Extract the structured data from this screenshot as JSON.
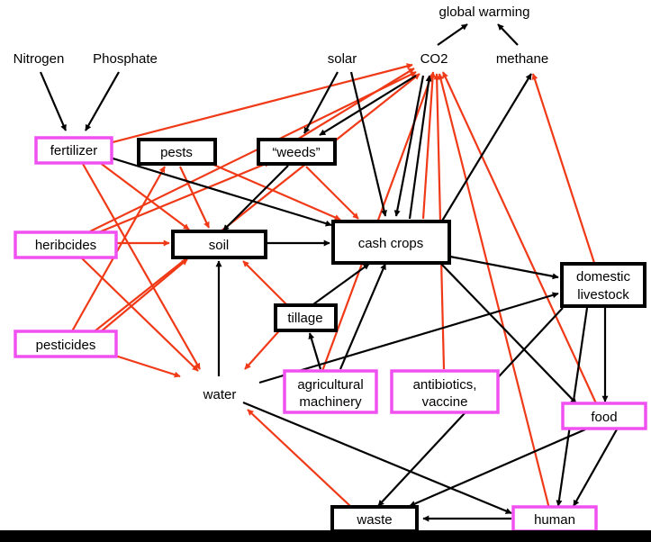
{
  "colors": {
    "black_arrow": "#000000",
    "red_arrow": "#f03a17",
    "magenta_border": "#f050f0",
    "black_border": "#000000",
    "background": "#ffffff",
    "bottom_bar": "#000000"
  },
  "nodes": {
    "global_warming": {
      "label": "global warming"
    },
    "nitrogen": {
      "label": "Nitrogen"
    },
    "phosphate": {
      "label": "Phosphate"
    },
    "solar": {
      "label": "solar"
    },
    "co2": {
      "label": "CO2"
    },
    "methane": {
      "label": "methane"
    },
    "fertilizer": {
      "label": "fertilizer"
    },
    "pests": {
      "label": "pests"
    },
    "weeds": {
      "label": "“weeds”"
    },
    "heribcides": {
      "label": "heribcides"
    },
    "soil": {
      "label": "soil"
    },
    "cash_crops": {
      "label": "cash crops"
    },
    "domestic_livestock": {
      "label_line1": "domestic",
      "label_line2": "livestock"
    },
    "tillage": {
      "label": "tillage"
    },
    "pesticides": {
      "label": "pesticides"
    },
    "water": {
      "label": "water"
    },
    "agricultural_machinery": {
      "label_line1": "agricultural",
      "label_line2": "machinery"
    },
    "antibiotics_vaccine": {
      "label_line1": "antibiotics,",
      "label_line2": "vaccine"
    },
    "food": {
      "label": "food"
    },
    "waste": {
      "label": "waste"
    },
    "human": {
      "label": "human"
    }
  }
}
